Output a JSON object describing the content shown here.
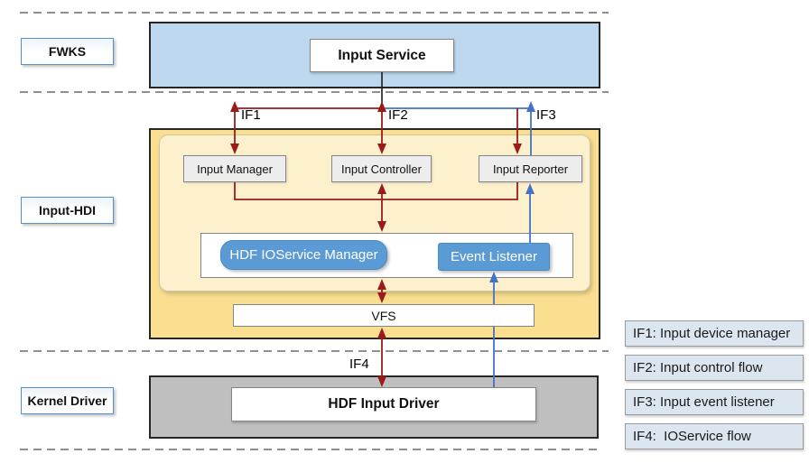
{
  "diagram": {
    "lanes": {
      "fwks": {
        "label": "FWKS"
      },
      "input_hdi": {
        "label": "Input-HDI"
      },
      "kernel": {
        "label": "Kernel Driver"
      }
    },
    "nodes": {
      "input_service": "Input Service",
      "input_manager": "Input Manager",
      "input_controller": "Input Controller",
      "input_reporter": "Input Reporter",
      "hdf_ioservice_manager": "HDF IOService Manager",
      "event_listener": "Event Listener",
      "vfs": "VFS",
      "hdf_input_driver": "HDF Input Driver"
    },
    "interfaces": {
      "if1": "IF1",
      "if2": "IF2",
      "if3": "IF3",
      "if4": "IF4"
    },
    "legend": [
      {
        "label": "IF1: Input device manager"
      },
      {
        "label": "IF2: Input control flow"
      },
      {
        "label": "IF3: Input event listener"
      },
      {
        "label": "IF4:  IOService flow"
      }
    ],
    "colors": {
      "fwks_fill": "#bdd7ee",
      "hdi_outer_fill": "#fbdf91",
      "hdi_inner_fill": "#fdf0cd",
      "kernel_fill": "#bfbfbf",
      "component_fill": "#ededed",
      "accent_blue": "#5b9bd5",
      "arrow_red": "#9b1b1b",
      "arrow_blue": "#4472c4",
      "line_black": "#1a1a1a",
      "legend_fill": "#dce6f1",
      "dash_gray": "#8f8f8f"
    }
  }
}
